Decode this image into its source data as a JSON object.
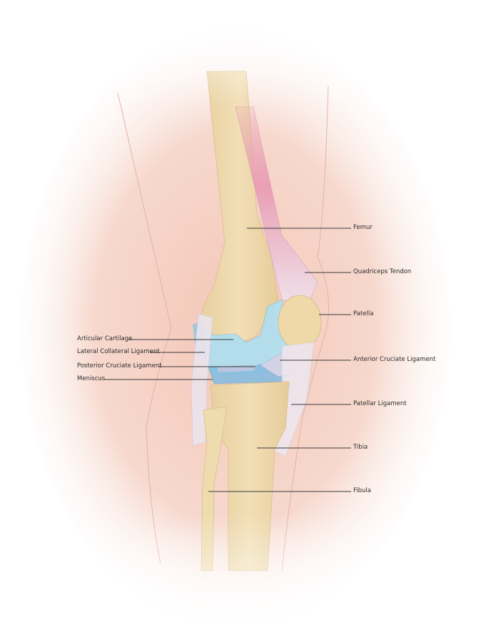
{
  "diagram": {
    "subject": "Anatomy of the knee joint (anterior view)",
    "colors": {
      "skin": "#f4cfc2",
      "bone": "#f0dcb0",
      "bone_shadow": "#e2c898",
      "cartilage": "#a9d8ec",
      "cartilage_dark": "#7fb8d8",
      "ligament": "#ece4ec",
      "muscle": "#eaa7b8",
      "leader_line": "#3a3a3a",
      "label_text": "#2b2b2b"
    },
    "labels": {
      "left": [
        {
          "id": "articular-cartilage",
          "text": "Articular Cartilage"
        },
        {
          "id": "lateral-collateral-ligament",
          "text": "Lateral Collateral Ligament"
        },
        {
          "id": "posterior-cruciate-ligament",
          "text": "Posterior Cruciate Ligament"
        },
        {
          "id": "meniscus",
          "text": "Meniscus"
        }
      ],
      "right": [
        {
          "id": "femur",
          "text": "Femur"
        },
        {
          "id": "quadriceps-tendon",
          "text": "Quadriceps Tendon"
        },
        {
          "id": "patella",
          "text": "Patella"
        },
        {
          "id": "anterior-cruciate-ligament",
          "text": "Anterior Cruciate Ligament"
        },
        {
          "id": "patellar-ligament",
          "text": "Patellar Ligament"
        },
        {
          "id": "tibia",
          "text": "Tibia"
        },
        {
          "id": "fibula",
          "text": "Fibula"
        }
      ]
    }
  }
}
